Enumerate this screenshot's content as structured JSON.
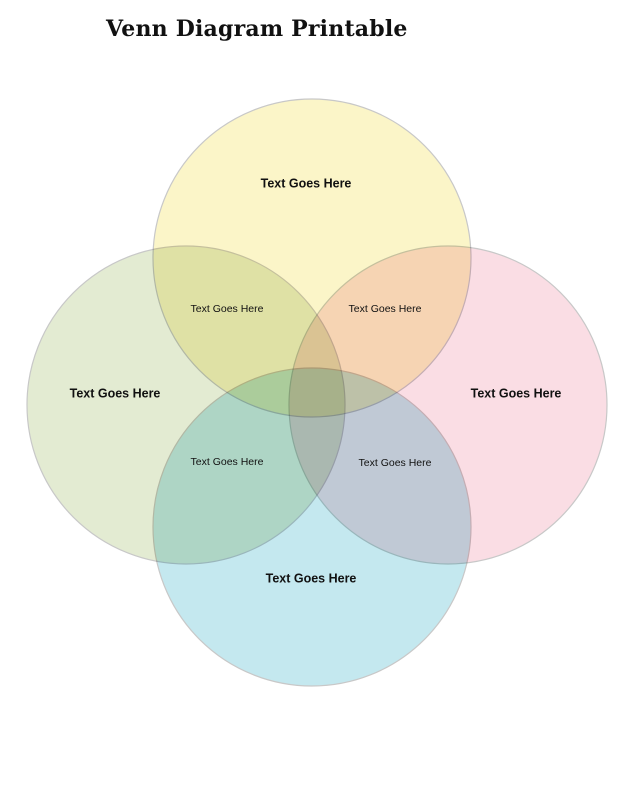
{
  "title": "Venn Diagram Printable",
  "diagram": {
    "circles": {
      "top": {
        "color": "#fbf5c8",
        "label": "Text Goes Here"
      },
      "left": {
        "color": "#e3ebd2",
        "label": "Text Goes Here"
      },
      "right": {
        "color": "#fadde4",
        "label": "Text Goes Here"
      },
      "bottom": {
        "color": "#c4e8ef",
        "label": "Text Goes Here"
      }
    },
    "overlaps": {
      "top_left": "Text Goes Here",
      "top_right": "Text Goes Here",
      "left_bottom": "Text Goes Here",
      "right_bottom": "Text Goes Here"
    }
  }
}
